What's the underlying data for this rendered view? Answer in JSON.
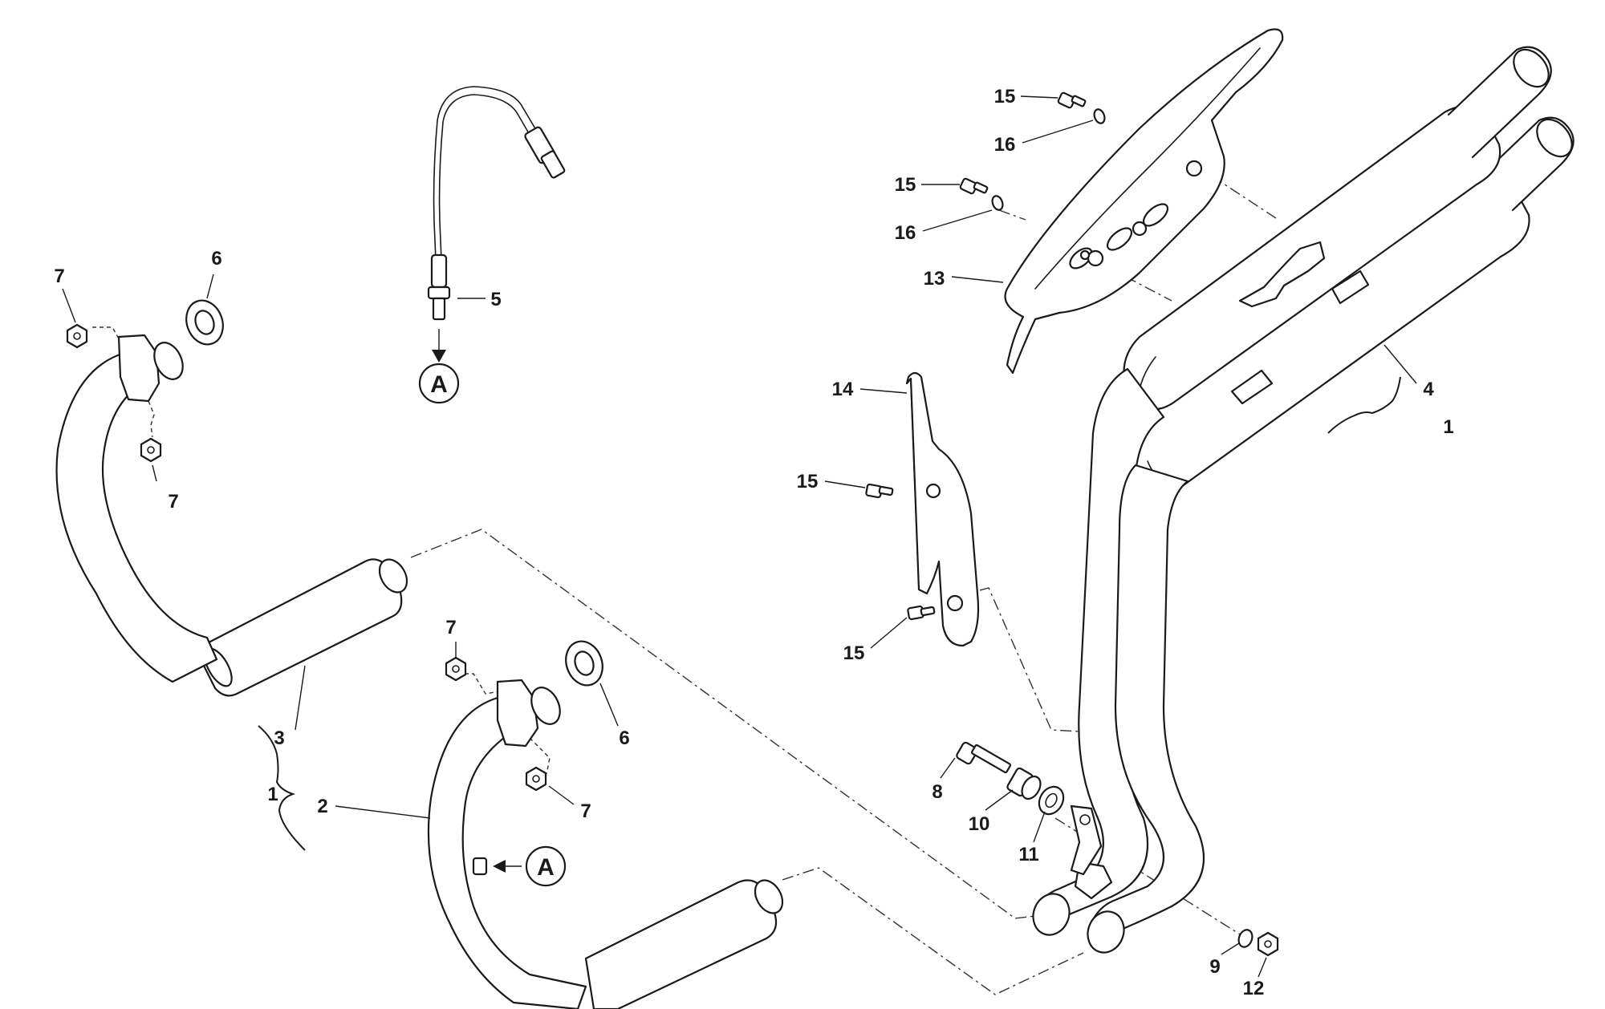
{
  "diagram": {
    "callouts": {
      "n1a": "1",
      "n1b": "1",
      "n2": "2",
      "n3": "3",
      "n4": "4",
      "n5": "5",
      "n6a": "6",
      "n6b": "6",
      "n7a": "7",
      "n7b": "7",
      "n7c": "7",
      "n7d": "7",
      "n8": "8",
      "n9": "9",
      "n10": "10",
      "n11": "11",
      "n12": "12",
      "n13": "13",
      "n14": "14",
      "n15a": "15",
      "n15b": "15",
      "n15c": "15",
      "n15d": "15",
      "n16a": "16",
      "n16b": "16"
    },
    "detail_markers": {
      "top": "A",
      "bottom": "A"
    }
  }
}
